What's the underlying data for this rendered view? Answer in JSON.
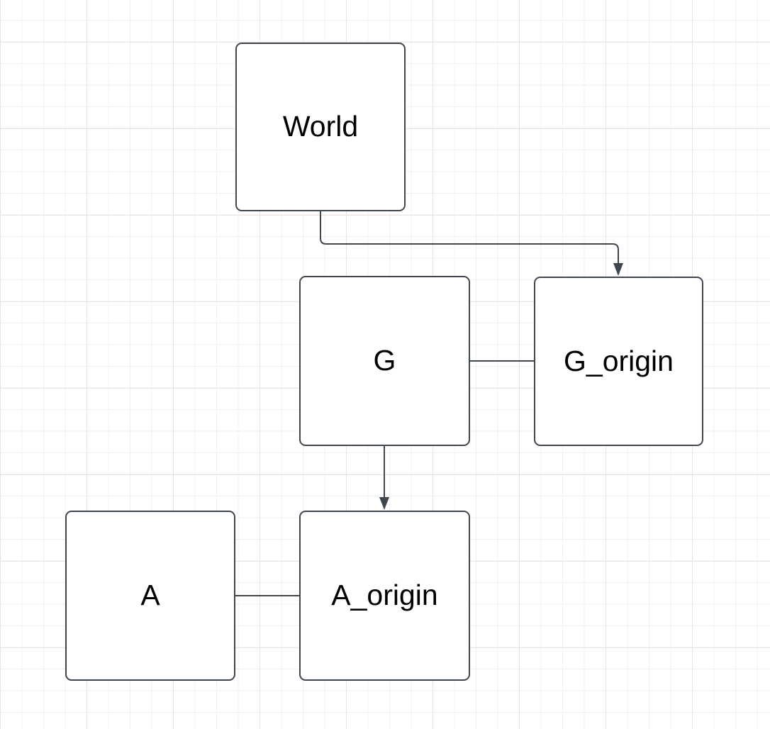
{
  "nodes": [
    {
      "id": "world",
      "label": "World"
    },
    {
      "id": "g",
      "label": "G"
    },
    {
      "id": "g_origin",
      "label": "G_origin"
    },
    {
      "id": "a",
      "label": "A"
    },
    {
      "id": "a_origin",
      "label": "A_origin"
    }
  ],
  "edges": [
    {
      "from": "World",
      "to": "G_origin",
      "style": "orthogonal",
      "arrowhead": "filled-triangle"
    },
    {
      "from": "G",
      "to": "G_origin",
      "style": "straight",
      "arrowhead": "none"
    },
    {
      "from": "G",
      "to": "A_origin",
      "style": "straight",
      "arrowhead": "filled-triangle"
    },
    {
      "from": "A",
      "to": "A_origin",
      "style": "straight",
      "arrowhead": "none"
    }
  ],
  "colors": {
    "background": "#ffffff",
    "node_fill": "#ffffff",
    "node_stroke": "#3f4650",
    "edge_stroke": "#3f4650",
    "label_text": "#000000",
    "grid_minor": "#f0f0f0",
    "grid_major": "#e5e5e5"
  }
}
